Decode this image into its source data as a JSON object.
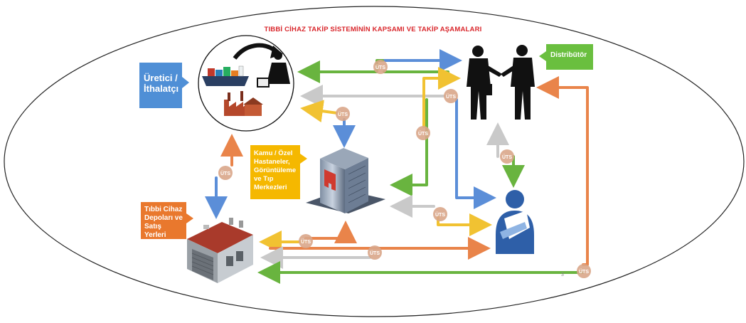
{
  "title": "TIBBİ CİHAZ TAKİP SİSTEMİNİN KAPSAMI VE TAKİP AŞAMALARI",
  "page_number": "3",
  "node_label": "ÜTS",
  "actors": {
    "manufacturer": "Üretici / İthalatçı",
    "distributor": "Distribütör",
    "hospital": "Kamu / Özel Hastaneler, Görüntüleme ve Tıp Merkezleri",
    "depot": "Tıbbi Cihaz Depoları ve Satış Yerleri"
  },
  "colors": {
    "title": "#d9262b",
    "manufacturer_box": "#4f8fd6",
    "distributor_box": "#6abf3f",
    "hospital_box": "#f5b800",
    "depot_box": "#e9782d",
    "arrow_blue": "#5b8ed8",
    "arrow_green": "#69b43f",
    "arrow_orange": "#e9844a",
    "arrow_yellow": "#f1c232",
    "arrow_gray": "#c9c9c9",
    "node_fill": "#d9a68a"
  },
  "icons": [
    "ship-factory-icon",
    "handshake-icon",
    "hospital-building-icon",
    "patient-icon",
    "warehouse-icon"
  ]
}
